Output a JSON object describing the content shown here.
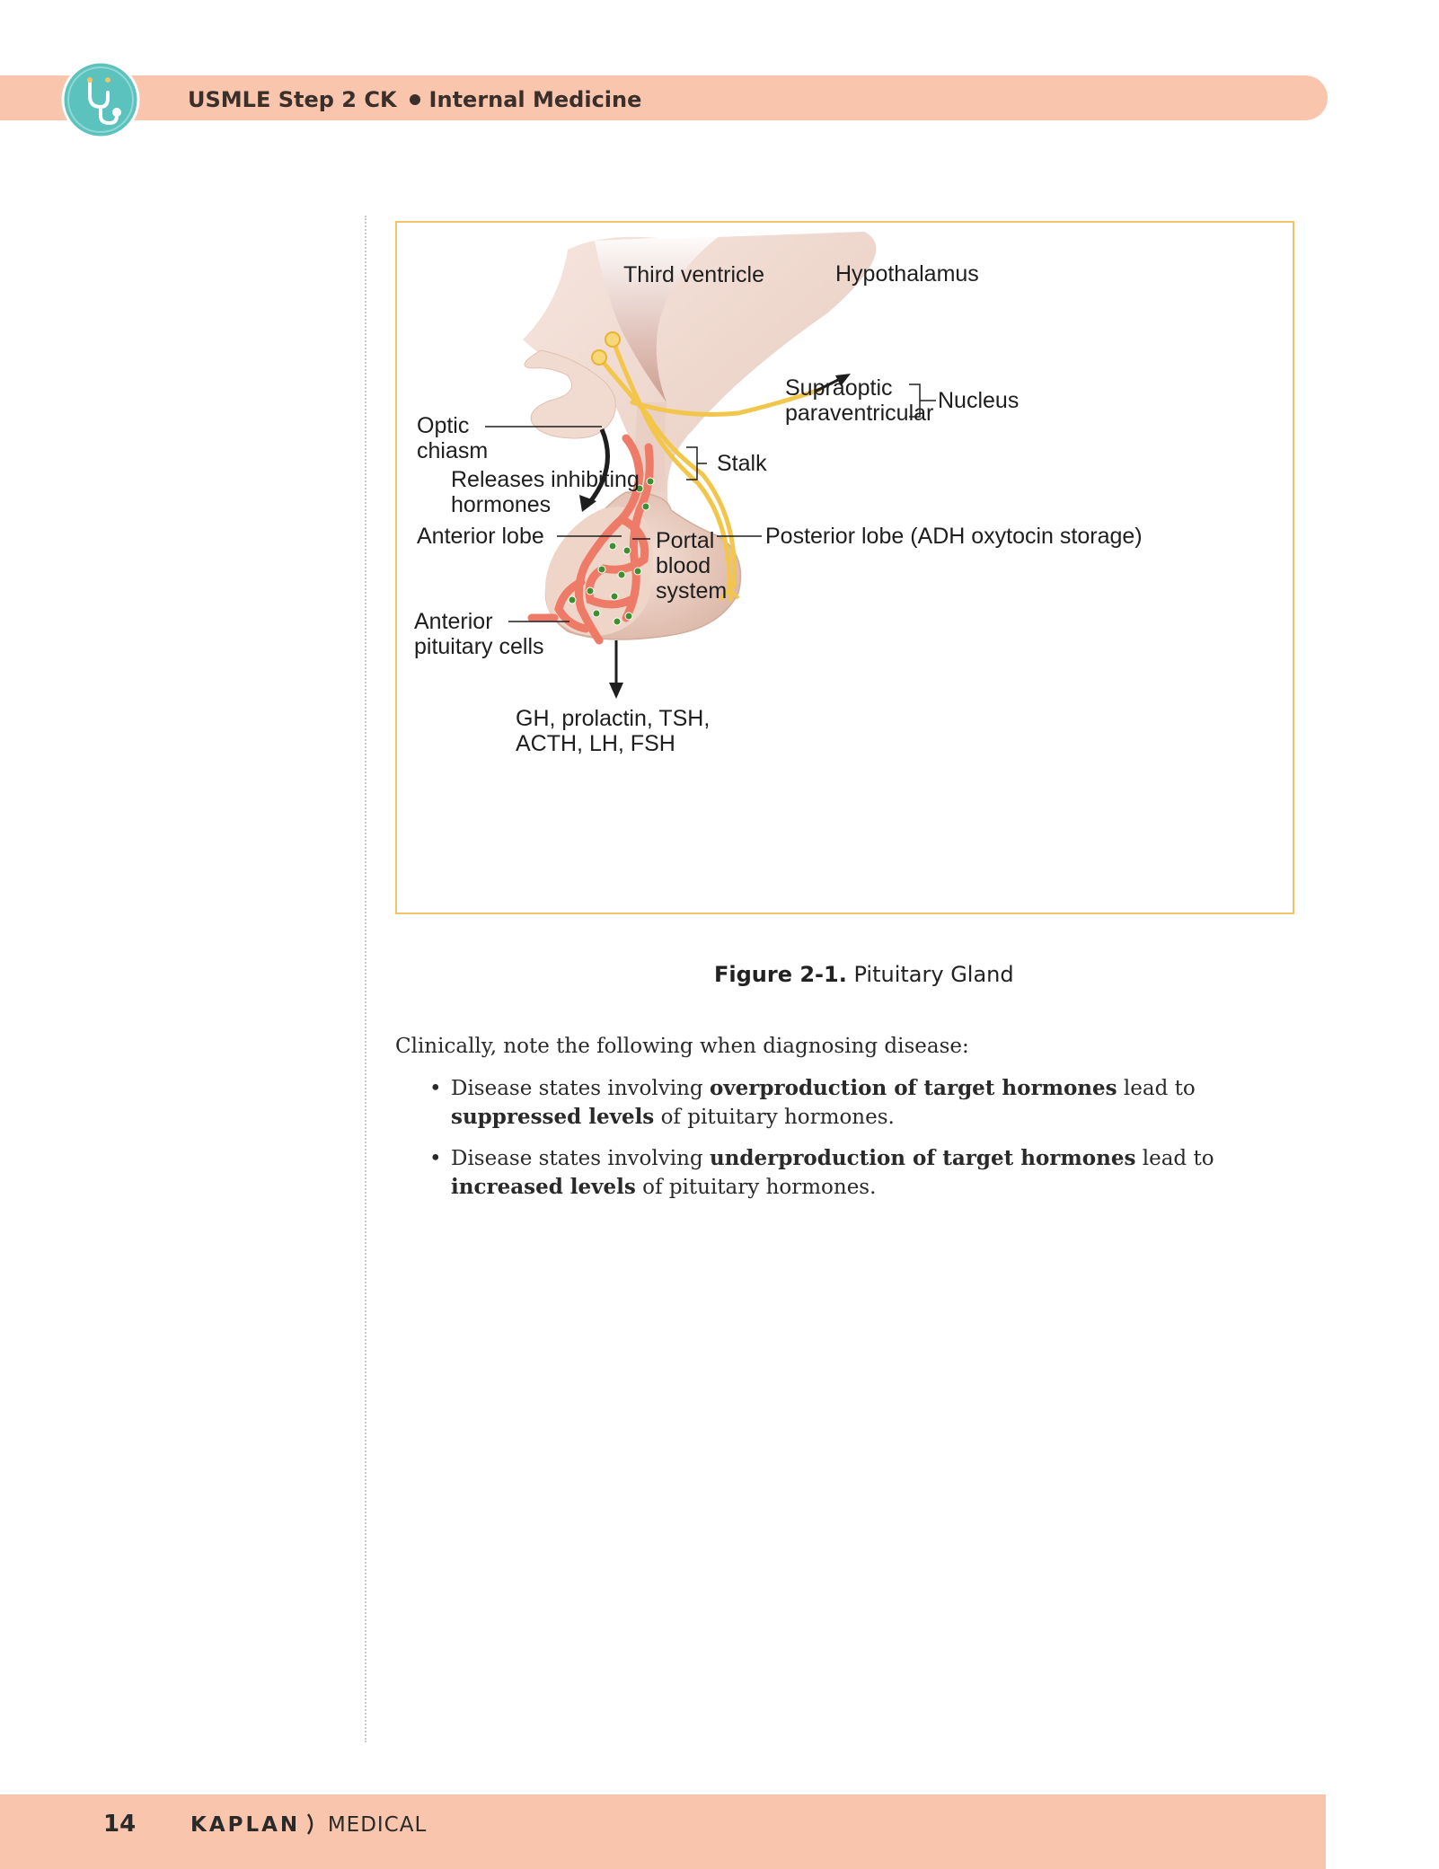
{
  "header": {
    "title_left": "USMLE Step 2 CK",
    "title_right": "Internal Medicine",
    "logo_icon": "stethoscope-icon",
    "logo_color": "#5cc2bd",
    "band_color": "#f9c6ad"
  },
  "figure": {
    "labels": {
      "third_ventricle": "Third ventricle",
      "hypothalamus": "Hypothalamus",
      "supraoptic": "Supraoptic",
      "paraventricular": "paraventricular",
      "nucleus": "Nucleus",
      "optic_1": "Optic",
      "optic_2": "chiasm",
      "stalk": "Stalk",
      "releases_1": "Releases inhibiting",
      "releases_2": "hormones",
      "anterior_lobe": "Anterior lobe",
      "portal_1": "Portal",
      "portal_2": "blood",
      "portal_3": "system",
      "posterior_lobe": "Posterior lobe (ADH oxytocin storage)",
      "ant_cells_1": "Anterior",
      "ant_cells_2": "pituitary cells",
      "hormones_1": "GH, prolactin, TSH,",
      "hormones_2": "ACTH, LH, FSH"
    },
    "border_color": "#f3c36a"
  },
  "caption": {
    "prefix": "Figure 2-1.",
    "text": " Pituitary Gland"
  },
  "body": {
    "intro": "Clinically, note the following when diagnosing disease:",
    "bullets": [
      {
        "a": "Disease states involving ",
        "b": "overproduction of target hormones",
        "c": " lead to ",
        "d": "suppressed levels",
        "e": " of pituitary hormones."
      },
      {
        "a": "Disease states involving ",
        "b": "underproduction of target hormones",
        "c": " lead to ",
        "d": "increased levels",
        "e": " of pituitary hormones."
      }
    ]
  },
  "footer": {
    "page_number": "14",
    "brand_main": "KAPLAN",
    "brand_sub": "MEDICAL"
  }
}
